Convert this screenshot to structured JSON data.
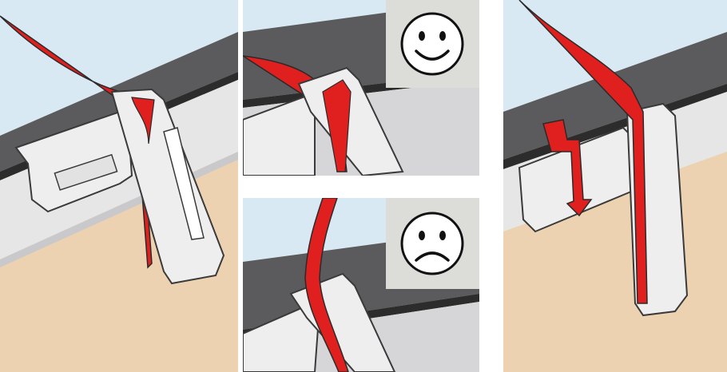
{
  "figure": {
    "panels": [
      {
        "id": "step-1",
        "description_visible_text": ""
      },
      {
        "id": "correct",
        "indicator": "smiley-face-icon"
      },
      {
        "id": "incorrect",
        "indicator": "frowning-face-icon"
      },
      {
        "id": "step-2",
        "indicator": "down-arrow-icon"
      }
    ]
  },
  "colors": {
    "sky": "#d9e9f3",
    "frame_dark": "#5b5b5e",
    "frame_mid": "#9a9a9e",
    "sill_light": "#d6d6d8",
    "wall": "#ecd2b0",
    "clip": "#eeeeee",
    "clip_outline": "#3a3a3a",
    "strap": "#e0201f",
    "face_bg": "#dcdcd8",
    "face_fill": "#ffffff"
  }
}
